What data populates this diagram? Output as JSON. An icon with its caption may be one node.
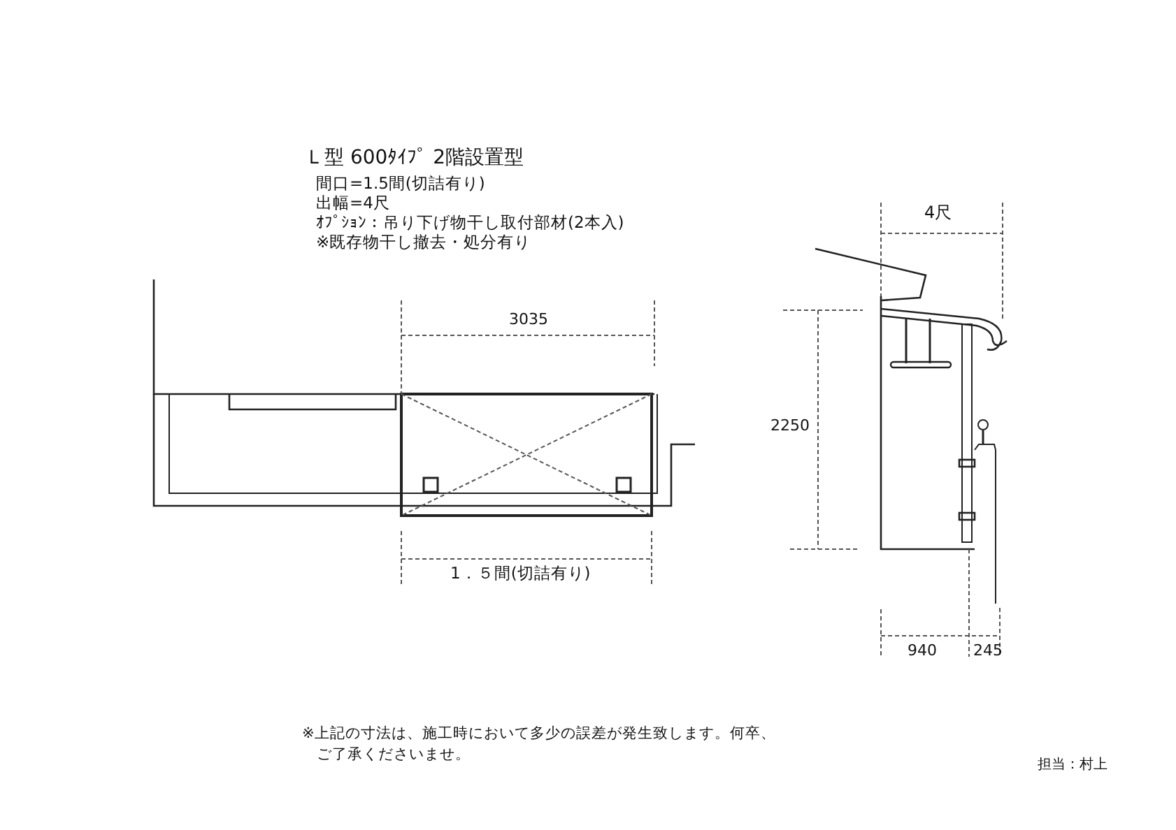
{
  "diagram": {
    "title": "Ｌ型 600ﾀｲﾌﾟ 2階設置型",
    "labels": [
      "間口=1.5間(切詰有り)",
      "出幅=4尺",
      "ｵﾌﾟｼｮﾝ：吊り下げ物干し取付部材(2本入)",
      "※既存物干し撤去・処分有り",
      "3035",
      "1．５間(切詰有り)",
      "4尺",
      "2250",
      "940",
      "245",
      "※上記の寸法は、施工時において多少の誤差が発生致します。何卒、ご了承くださいませ。",
      "担当：村上"
    ]
  }
}
